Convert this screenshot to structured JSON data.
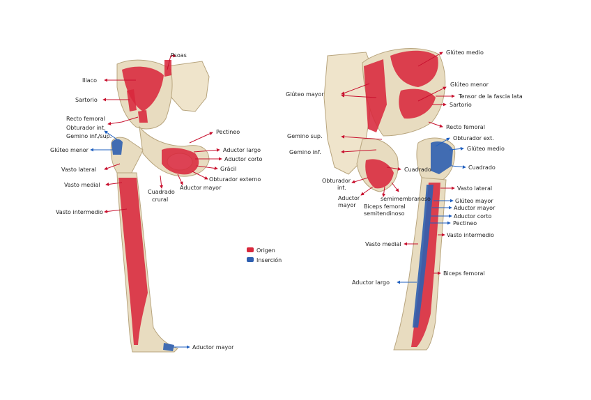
{
  "colors": {
    "origin": "#d8283c",
    "insertion": "#2f5fb0",
    "bone": "#e8dcc0"
  },
  "legend": {
    "origin": "Origen",
    "insertion": "Inserción"
  },
  "left_labels": {
    "psoas": "Psoas",
    "iliaco": "Iliaco",
    "sartorio": "Sartorio",
    "recto_femoral": "Recto femoral",
    "obturador_int": "Obturador int.",
    "gemino": "Gemino inf./sup.",
    "gluteo_menor": "Glúteo menor",
    "vasto_lateral": "Vasto lateral",
    "vasto_medial": "Vasto medial",
    "vasto_intermedio": "Vasto intermedio",
    "pectineo": "Pectineo",
    "aductor_largo": "Aductor largo",
    "aductor_corto": "Aductor corto",
    "gracil": "Grácil",
    "obturador_externo": "Obturador externo",
    "aductor_mayor": "Aductor mayor",
    "cuadrado_crural_1": "Cuadrado",
    "cuadrado_crural_2": "crural",
    "aductor_mayor_ins": "Aductor mayor"
  },
  "right_labels": {
    "gluteo_medio": "Glúteo medio",
    "gluteo_mayor": "Glúteo mayor",
    "gluteo_menor": "Glúteo menor",
    "tensor": "Tensor de la fascia lata",
    "sartorio": "Sartorio",
    "recto_femoral": "Recto femoral",
    "gemino_sup": "Gemino sup.",
    "gemino_inf": "Gemino inf.",
    "obturador_ext": "Obturador ext.",
    "gluteo_medio_ins": "Glúteo medio",
    "cuadrado": "Cuadrado",
    "cuadrado_ins": "Cuadrado",
    "obturador_int_1": "Obturador",
    "obturador_int_2": "int.",
    "aductor_mayor_1": "Aductor",
    "aductor_mayor_2": "mayor",
    "semimembranoso": "semimembranoso",
    "biceps_st_1": "Biceps femoral",
    "biceps_st_2": "semitendinoso",
    "vasto_lateral": "Vasto lateral",
    "gluteo_mayor_ins": "Glúteo mayor",
    "aductor_mayor_ins": "Aductor mayor",
    "aductor_corto": "Aductor corto",
    "pectineo": "Pectineo",
    "vasto_intermedio": "Vasto intermedio",
    "vasto_medial": "Vasto medial",
    "biceps_femoral": "Biceps femoral",
    "aductor_largo": "Aductor largo"
  }
}
